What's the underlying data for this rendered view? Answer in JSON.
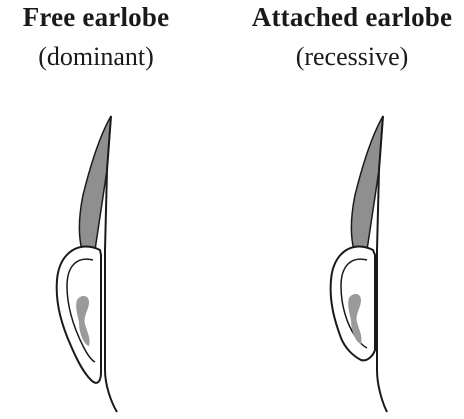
{
  "free": {
    "title": "Free earlobe",
    "subtitle": "(dominant)"
  },
  "attached": {
    "title": "Attached earlobe",
    "subtitle": "(recessive)"
  },
  "colors": {
    "hair": "#8f8f8f",
    "outline": "#1a1a1a",
    "ear_fill": "#ffffff",
    "ear_inner": "#9a9a9a"
  }
}
